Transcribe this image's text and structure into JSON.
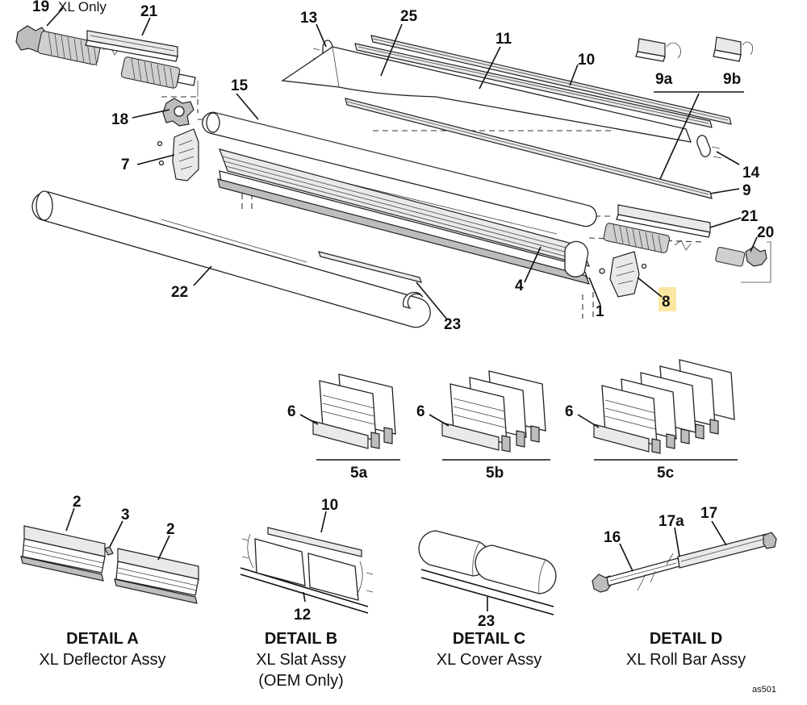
{
  "callouts": {
    "c19": "19",
    "c19_note": "XL Only",
    "c21_top": "21",
    "c13": "13",
    "c25": "25",
    "c11": "11",
    "c10": "10",
    "c9a": "9a",
    "c9b": "9b",
    "c15": "15",
    "c18": "18",
    "c7": "7",
    "c14": "14",
    "c9": "9",
    "c21_right": "21",
    "c20": "20",
    "c22": "22",
    "c4": "4",
    "c8": "8",
    "c1": "1",
    "c23": "23",
    "c6a": "6",
    "c6b": "6",
    "c6c": "6",
    "c5a": "5a",
    "c5b": "5b",
    "c5c": "5c",
    "dA_2left": "2",
    "dA_3": "3",
    "dA_2right": "2",
    "dB_10": "10",
    "dB_12": "12",
    "dC_23": "23",
    "dD_16": "16",
    "dD_17a": "17a",
    "dD_17": "17"
  },
  "details": {
    "a": {
      "title": "DETAIL A",
      "subtitle": "XL Deflector Assy"
    },
    "b": {
      "title": "DETAIL B",
      "subtitle": "XL Slat Assy",
      "note": "(OEM Only)"
    },
    "c": {
      "title": "DETAIL C",
      "subtitle": "XL Cover Assy"
    },
    "d": {
      "title": "DETAIL D",
      "subtitle": "XL Roll Bar Assy"
    }
  },
  "doc_id": "as501",
  "colors": {
    "highlight": "#fbe6a2",
    "ink": "#111111"
  }
}
